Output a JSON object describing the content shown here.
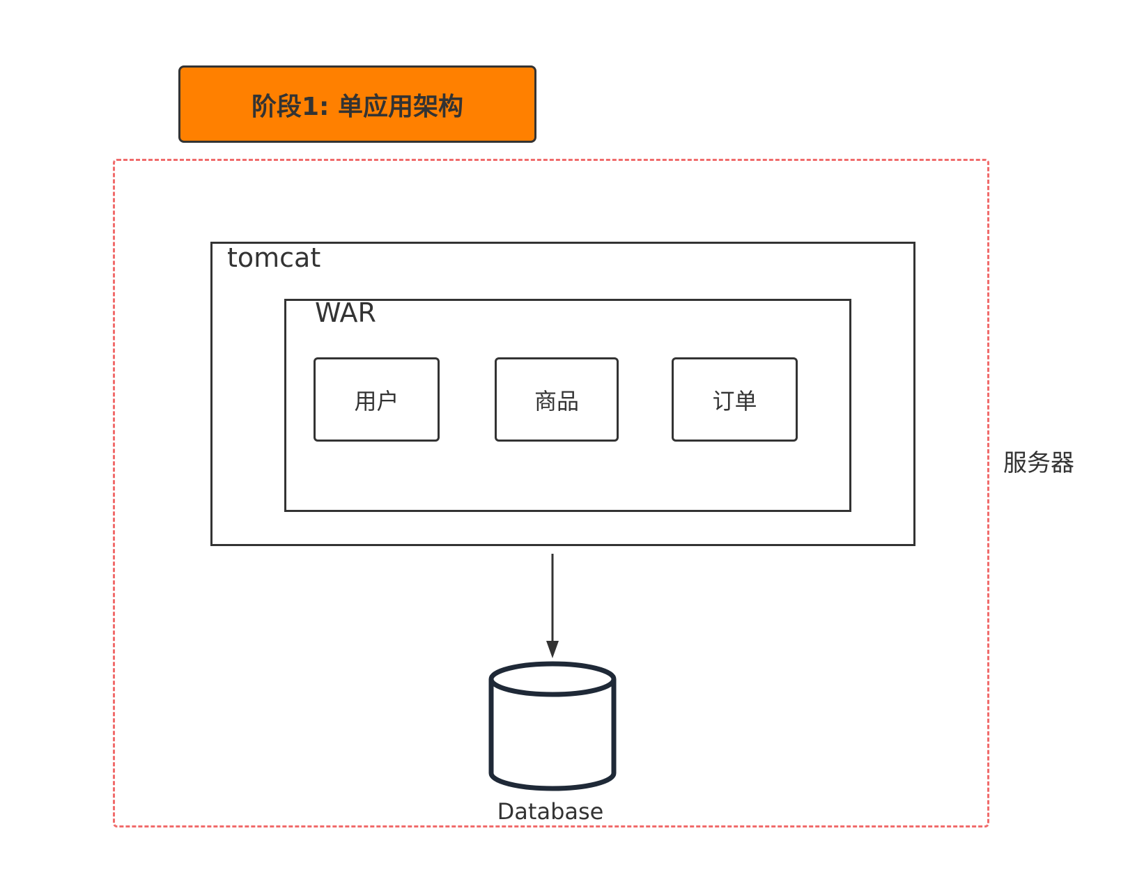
{
  "stage_title": "阶段1: 单应用架构",
  "server": {
    "label": "服务器"
  },
  "tomcat": {
    "label": "tomcat"
  },
  "war": {
    "label": "WAR"
  },
  "modules": [
    {
      "label": "用户"
    },
    {
      "label": "商品"
    },
    {
      "label": "订单"
    }
  ],
  "database": {
    "label": "Database"
  },
  "colors": {
    "stage_fill": "#ff8000",
    "server_border": "#f06b6b",
    "db_stroke": "#1f2937"
  }
}
